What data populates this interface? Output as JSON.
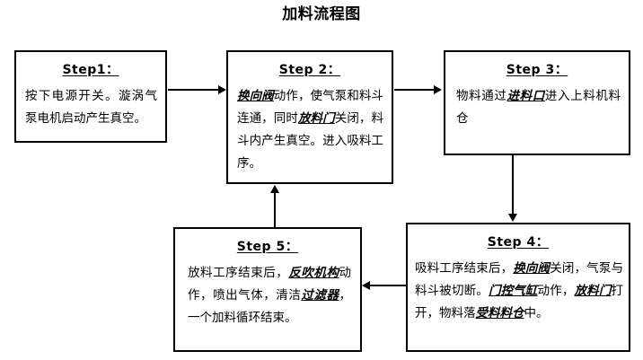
{
  "title": "加料流程图",
  "nodes": [
    {
      "id": "step1",
      "header": "Step1：",
      "body_plain": "按下电源开关。漩涡气泵电机启动产生真空。",
      "body_html": "按下电源开关。漩涡气泵电机启动产生真空。",
      "emphasized_terms": []
    },
    {
      "id": "step2",
      "header": "Step 2：",
      "body_plain": "换向阀动作，使气泵和料斗连通，同时放料门关闭，料斗内产生真空。进入吸料工序。",
      "body_html": "<em>换向阀</em>动作，使气泵和料斗连通，同时<em>放料门</em>关闭，料斗内产生真空。进入吸料工序。",
      "emphasized_terms": [
        "换向阀",
        "放料门"
      ]
    },
    {
      "id": "step3",
      "header": "Step 3：",
      "body_plain": "物料通过进料口进入上料机料仓",
      "body_html": "物料通过<em>进料口</em>进入上料机料仓",
      "emphasized_terms": [
        "进料口"
      ]
    },
    {
      "id": "step4",
      "header": "Step 4：",
      "body_plain": "吸料工序结束后，换向阀关闭，气泵与料斗被切断。门控气缸动作，放料门打开，物料落受料料仓中。",
      "body_html": "吸料工序结束后，<em>换向阀</em>关闭，气泵与料斗被切断。<em>门控气缸</em>动作，<em>放料门</em>打开，物料落<em>受料料仓</em>中。",
      "emphasized_terms": [
        "换向阀",
        "门控气缸",
        "放料门",
        "受料料仓"
      ]
    },
    {
      "id": "step5",
      "header": "Step 5：",
      "body_plain": "放料工序结束后，反吹机构动作，喷出气体，清洁过滤器，一个加料循环结束。",
      "body_html": "放料工序结束后，<em>反吹机构</em>动作，喷出气体，清洁<em>过滤器</em>，一个加料循环结束。",
      "emphasized_terms": [
        "反吹机构",
        "过滤器"
      ]
    }
  ],
  "edges": [
    {
      "id": "edge-1-2",
      "from": "step1",
      "to": "step2",
      "direction": "right"
    },
    {
      "id": "edge-2-3",
      "from": "step2",
      "to": "step3",
      "direction": "right"
    },
    {
      "id": "edge-3-4",
      "from": "step3",
      "to": "step4",
      "direction": "down"
    },
    {
      "id": "edge-4-5",
      "from": "step4",
      "to": "step5",
      "direction": "left"
    },
    {
      "id": "edge-5-2",
      "from": "step5",
      "to": "step2",
      "direction": "up"
    }
  ],
  "colors": {
    "background": "#ffffff",
    "stroke": "#000000",
    "text": "#000000"
  }
}
